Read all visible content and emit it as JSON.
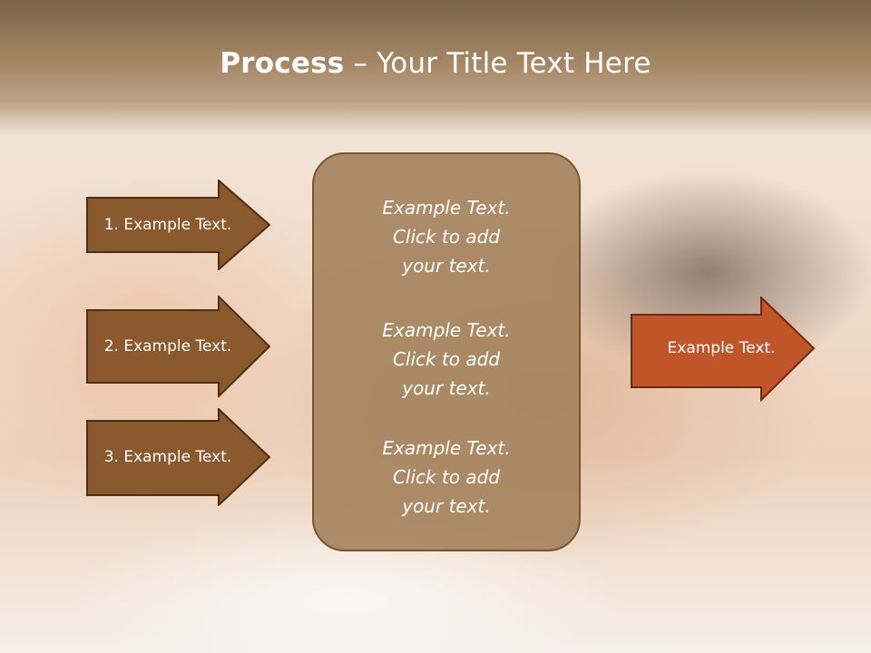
{
  "title": {
    "bold": "Process",
    "rest": " – Your Title Text Here"
  },
  "left_arrows": [
    {
      "label": "1. Example Text."
    },
    {
      "label": "2. Example Text."
    },
    {
      "label": "3. Example Text."
    }
  ],
  "center_box": {
    "blocks": [
      {
        "line1": "Example Text.",
        "line2": "Click  to add",
        "line3": "your text."
      },
      {
        "line1": "Example Text.",
        "line2": "Click  to add",
        "line3": "your text."
      },
      {
        "line1": "Example Text.",
        "line2": "Click  to add",
        "line3": "your text."
      }
    ]
  },
  "right_arrow": {
    "label": "Example Text."
  },
  "colors": {
    "arrow_brown": "#8a5a2e",
    "arrow_border": "#4e2e12",
    "arrow_orange": "#c0552a",
    "center_fill": "#a68460",
    "title_bar": "#7a6448"
  }
}
